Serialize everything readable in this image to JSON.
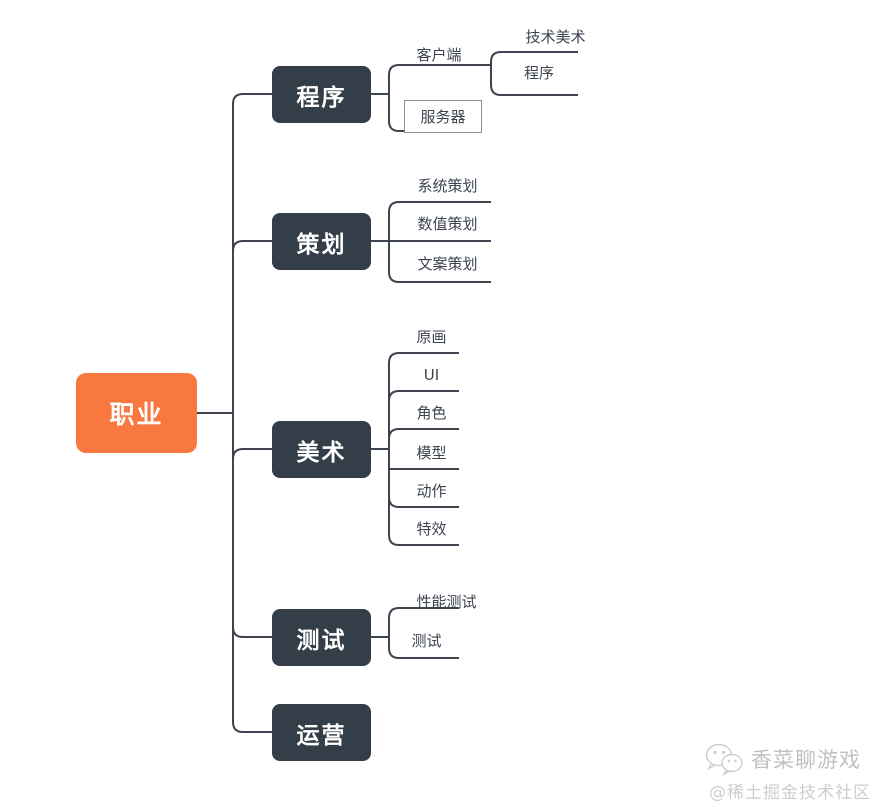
{
  "diagram": {
    "type": "mindmap",
    "title": "职业",
    "orientation": "left-to-right",
    "background_color": "#ffffff",
    "root": {
      "label": "职业",
      "fill": "#F97840",
      "text_color": "#ffffff"
    },
    "branch_style": {
      "fill": "#333E48",
      "text_color": "#ffffff",
      "connector_color": "#3d4450"
    },
    "branches": [
      {
        "label": "程序",
        "children": [
          {
            "label": "客户端",
            "style": "underline",
            "children": [
              {
                "label": "技术美术",
                "style": "underline"
              },
              {
                "label": "程序",
                "style": "underline"
              }
            ]
          },
          {
            "label": "服务器",
            "style": "boxed",
            "children": []
          }
        ]
      },
      {
        "label": "策划",
        "children": [
          {
            "label": "系统策划",
            "style": "underline"
          },
          {
            "label": "数值策划",
            "style": "underline"
          },
          {
            "label": "文案策划",
            "style": "underline"
          }
        ]
      },
      {
        "label": "美术",
        "children": [
          {
            "label": "原画",
            "style": "underline"
          },
          {
            "label": "UI",
            "style": "underline"
          },
          {
            "label": "角色",
            "style": "underline"
          },
          {
            "label": "模型",
            "style": "underline"
          },
          {
            "label": "动作",
            "style": "underline"
          },
          {
            "label": "特效",
            "style": "underline"
          }
        ]
      },
      {
        "label": "测试",
        "children": [
          {
            "label": "性能测试",
            "style": "underline"
          },
          {
            "label": "测试",
            "style": "underline"
          }
        ]
      },
      {
        "label": "运营",
        "children": []
      }
    ]
  },
  "watermark": {
    "icon": "wechat-icon",
    "title": "香菜聊游戏",
    "subtitle": "@稀土掘金技术社区"
  }
}
